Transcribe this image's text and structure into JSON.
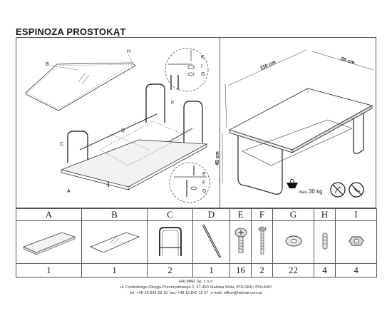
{
  "title": "ESPINOZA PROSTOKĄT",
  "dimensions": {
    "length": "110 cm",
    "width": "65 cm",
    "height": "45 cm"
  },
  "max_load": {
    "prefix": "max.",
    "value": "30 kg"
  },
  "callouts": [
    "A",
    "B",
    "C",
    "D",
    "E",
    "F",
    "G",
    "H",
    "I",
    "K"
  ],
  "parts": [
    {
      "letter": "A",
      "qty": "1"
    },
    {
      "letter": "B",
      "qty": "1"
    },
    {
      "letter": "C",
      "qty": "2"
    },
    {
      "letter": "D",
      "qty": "1"
    },
    {
      "letter": "E",
      "qty": "16"
    },
    {
      "letter": "F",
      "qty": "2"
    },
    {
      "letter": "G",
      "qty": "22"
    },
    {
      "letter": "H",
      "qty": "4"
    },
    {
      "letter": "I",
      "qty": "4"
    }
  ],
  "footer": {
    "company": "HALMAR Sp. z o.o.",
    "address": "ul. Centralnego Okręgu Przemysłowego 2, 37-450 Stalowa Wola, POLSKA / POLAND",
    "contact": "tel. +48 15 843 28 10, fax: +48 15 842 19 57, e-mail: office@halmar.com.pl"
  }
}
